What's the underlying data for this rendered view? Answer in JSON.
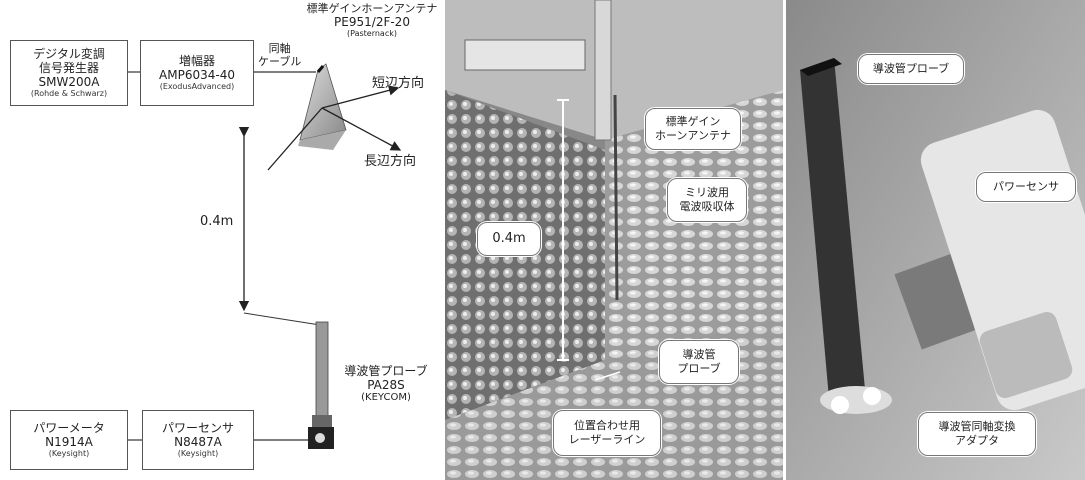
{
  "diagram": {
    "signal_generator": {
      "line1": "デジタル変調",
      "line2": "信号発生器",
      "model": "SMW200A",
      "maker": "(Rohde & Schwarz)"
    },
    "amplifier": {
      "line1": "増幅器",
      "model": "AMP6034-40",
      "maker": "(ExodusAdvanced)"
    },
    "coax_cable": {
      "line1": "同軸",
      "line2": "ケーブル"
    },
    "horn_antenna": {
      "line1": "標準ゲインホーンアンテナ",
      "model": "PE951/2F-20",
      "maker": "(Pasternack)"
    },
    "short_side": "短辺方向",
    "long_side": "長辺方向",
    "distance": "0.4m",
    "waveguide_probe": {
      "line1": "導波管プローブ",
      "model": "PA28S",
      "maker": "(KEYCOM)"
    },
    "power_meter": {
      "line1": "パワーメータ",
      "model": "N1914A",
      "maker": "(Keysight)"
    },
    "power_sensor": {
      "line1": "パワーセンサ",
      "model": "N8487A",
      "maker": "(Keysight)"
    }
  },
  "photo1": {
    "horn_label": {
      "line1": "標準ゲイン",
      "line2": "ホーンアンテナ"
    },
    "absorber_label": {
      "line1": "ミリ波用",
      "line2": "電波吸収体"
    },
    "distance": "0.4m",
    "probe_label": {
      "line1": "導波管",
      "line2": "プローブ"
    },
    "laser_label": {
      "line1": "位置合わせ用",
      "line2": "レーザーライン"
    }
  },
  "photo2": {
    "probe_label": "導波管プローブ",
    "sensor_label": "パワーセンサ",
    "adapter_label": {
      "line1": "導波管同軸変換",
      "line2": "アダプタ"
    }
  }
}
